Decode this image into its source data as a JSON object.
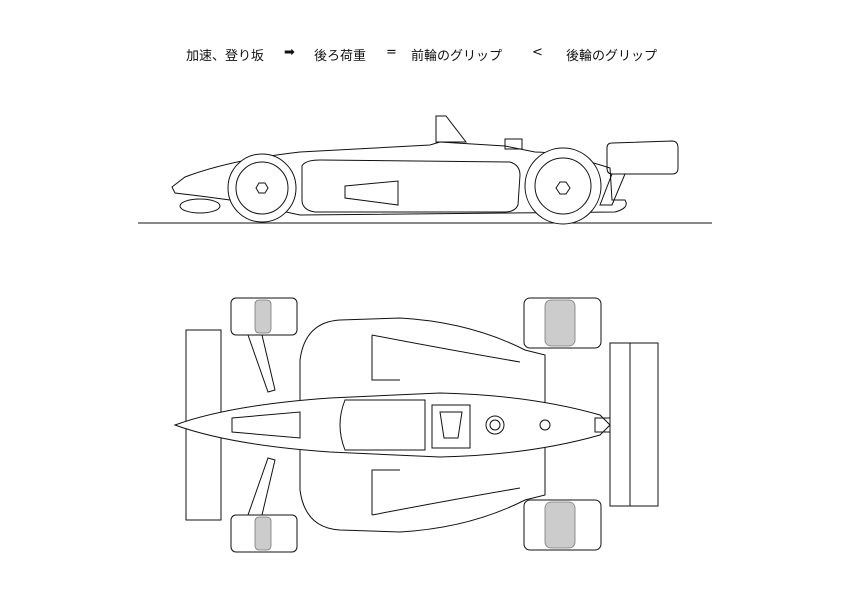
{
  "title": {
    "condition": "加速、登り坂",
    "arrow": "➡",
    "result": "後ろ荷重",
    "equals": "=",
    "front_grip": "前輪のグリップ",
    "less_than": "<",
    "rear_grip": "後輪のグリップ"
  },
  "colors": {
    "line": "#111111",
    "tire_contact": "#cccccc"
  }
}
